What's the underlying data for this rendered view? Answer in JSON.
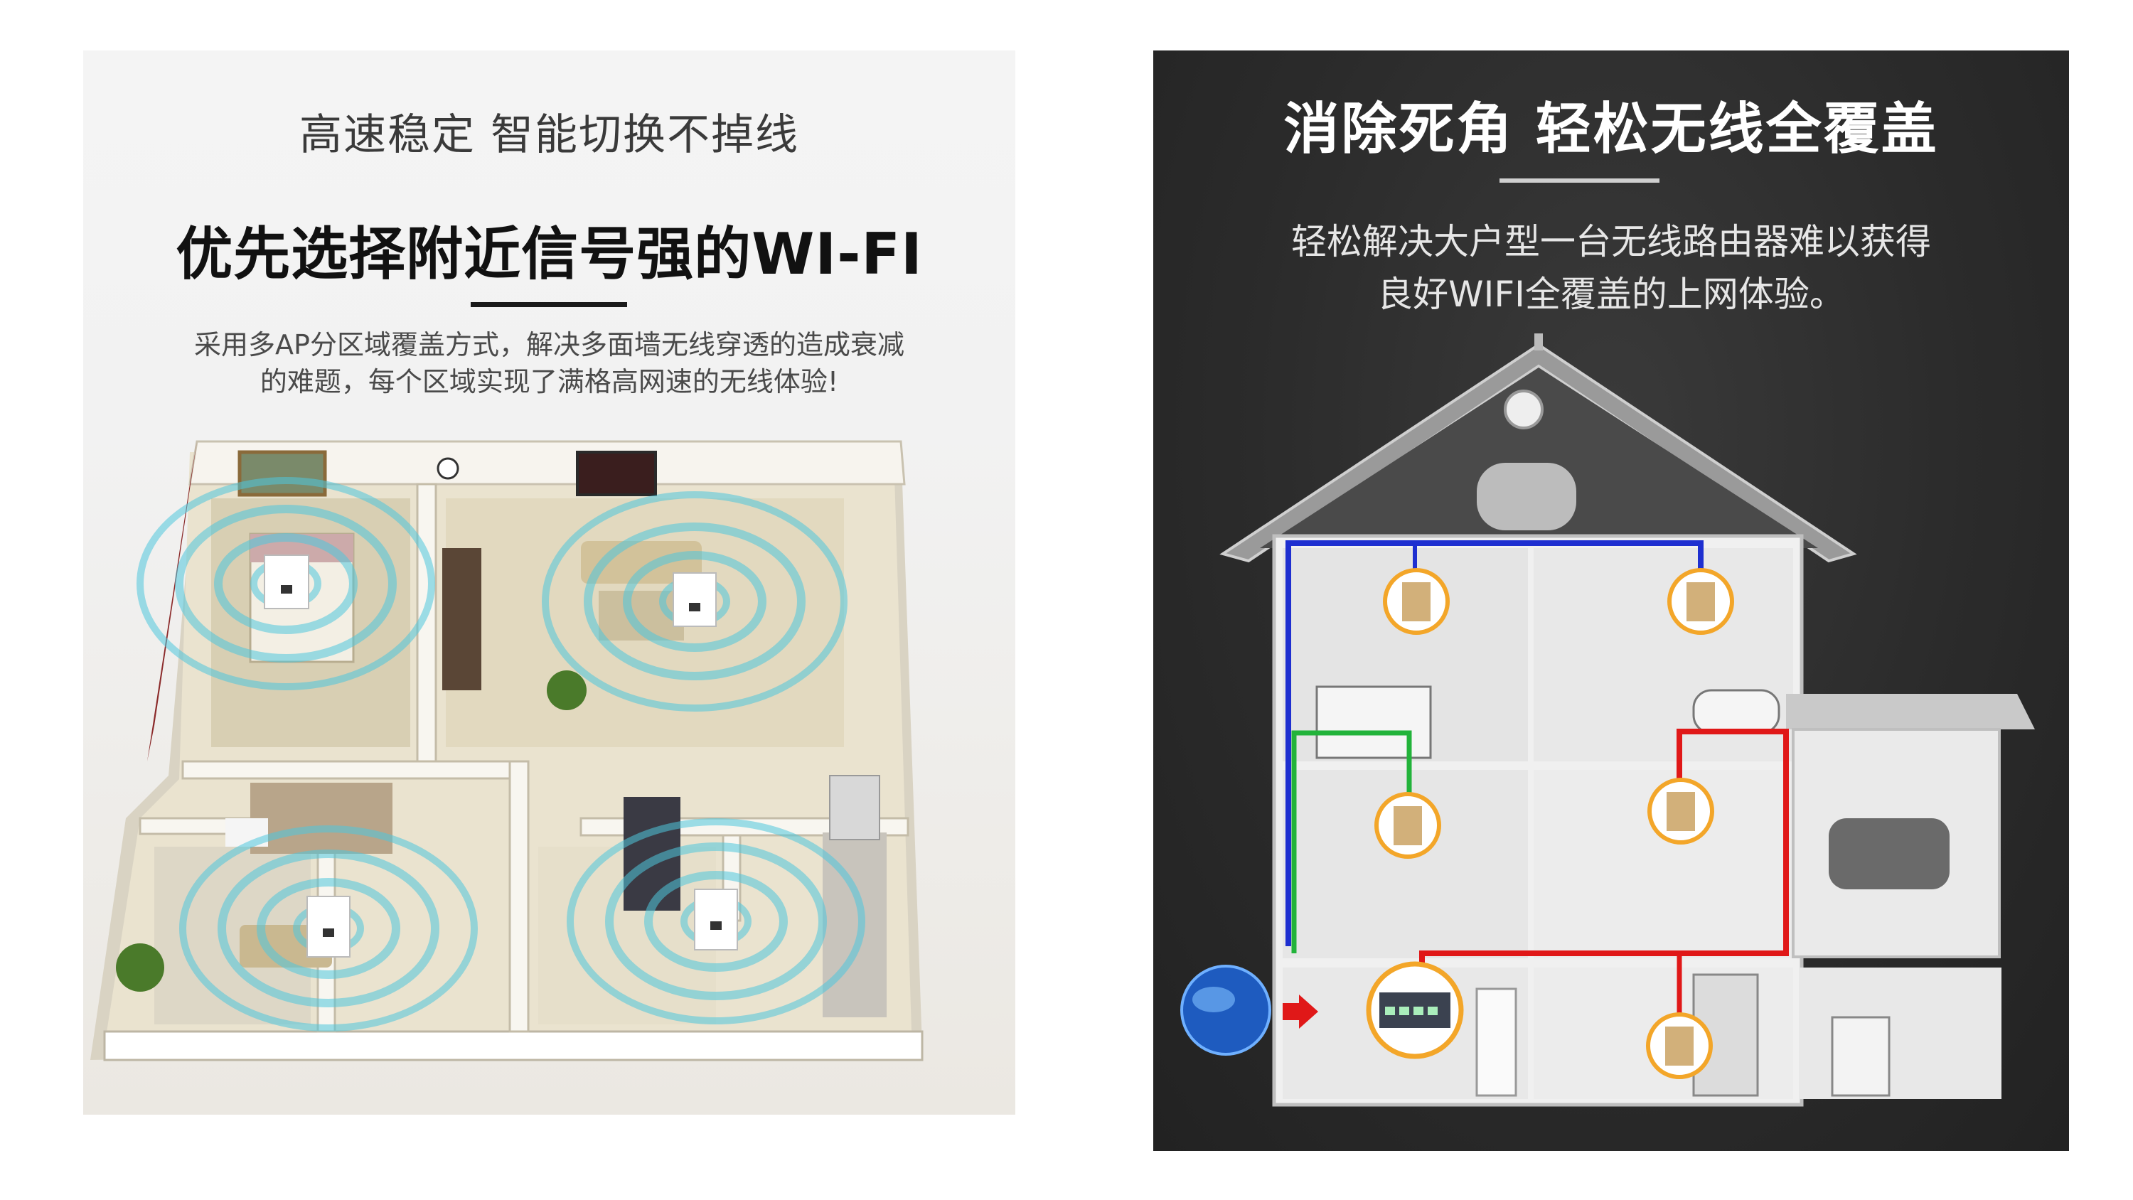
{
  "left": {
    "subtitle": "高速稳定 智能切换不掉线",
    "headline": "优先选择附近信号强的WI-FI",
    "description_line1": "采用多AP分区域覆盖方式，解决多面墙无线穿透的造成衰减",
    "description_line2": "的难题，每个区域实现了满格高网速的无线体验!",
    "ripple_color": "#4fc7dd"
  },
  "right": {
    "headline": "消除死角 轻松无线全覆盖",
    "description_line1": "轻松解决大户型一台无线路由器难以获得",
    "description_line2": "良好WIFI全覆盖的上网体验。",
    "wire_colors": {
      "blue": "#1e2fd0",
      "green": "#22b33a",
      "red": "#e01818"
    },
    "ap_ring_color": "#f3a629"
  }
}
